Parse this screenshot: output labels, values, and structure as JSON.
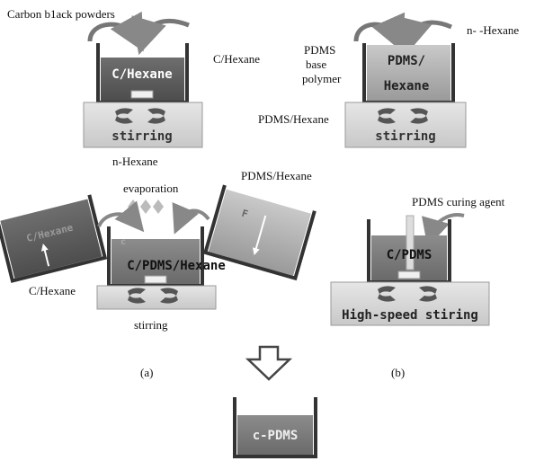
{
  "labels": {
    "carbon_black": "Carbon b1ack powders",
    "c_hexane_right": "C/Hexane",
    "c_hexane_beaker": "C/Hexane",
    "stirring_1": "stirring",
    "n_hexane_below": "n-Hexane",
    "n_hexane_top": "n- -Hexane",
    "pdms_base_1": "PDMS",
    "pdms_base_2": "base",
    "pdms_base_3": "polymer",
    "pdms_hexane_beaker_1": "PDMS/",
    "pdms_hexane_beaker_2": "Hexane",
    "pdms_hexane_left": "PDMS/Hexane",
    "stirring_2": "stirring",
    "evaporation": "evaporation",
    "pdms_hexane_tilted": "PDMS/Hexane",
    "c_pdms_hexane": "C/PDMS/Hexane",
    "c_hexane_left": "C/Hexane",
    "stirring_3": "stirring",
    "pdms_curing": "PDMS curing agent",
    "c_pdms": "C/PDMS",
    "high_speed": "High-speed stiring",
    "panel_a": "(a)",
    "panel_b": "(b)",
    "c_pdms_final": "c-PDMS"
  }
}
